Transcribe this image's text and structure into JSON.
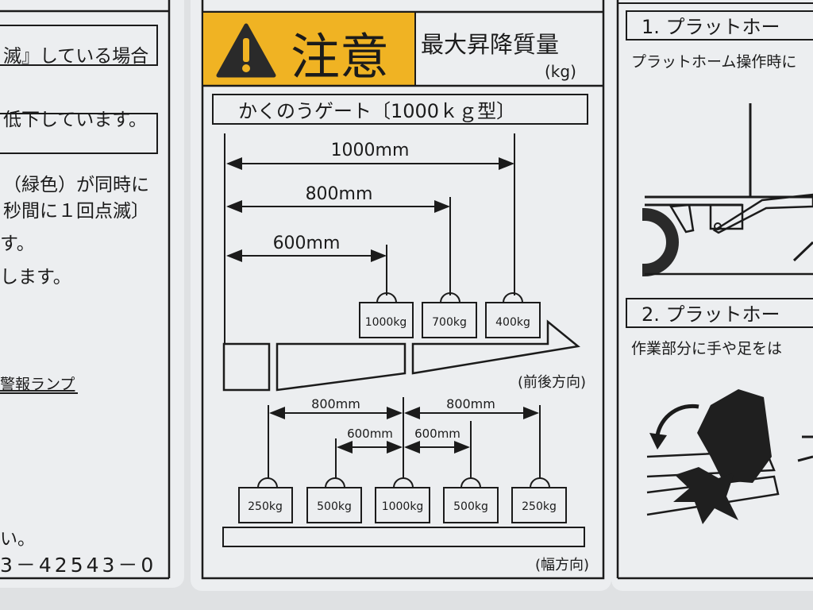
{
  "left_panel": {
    "lines": [
      "滅』している場合",
      "低下しています。",
      "（緑色）が同時に",
      "秒間に１回点滅〕",
      "す。",
      "します。",
      "警報ランプ",
      "い。",
      "3－42543－0"
    ]
  },
  "center_panel": {
    "warning_label": "注意",
    "max_mass_label": "最大昇降質量",
    "unit_label": "(kg)",
    "model_title": "かくのうゲート〔1000ｋｇ型〕",
    "front_back": {
      "distances": [
        "1000mm",
        "800mm",
        "600mm"
      ],
      "weights": [
        "1000kg",
        "700kg",
        "400kg"
      ],
      "direction_label": "(前後方向)"
    },
    "width": {
      "distances_outer": [
        "800mm",
        "800mm"
      ],
      "distances_inner": [
        "600mm",
        "600mm"
      ],
      "weights": [
        "250kg",
        "500kg",
        "1000kg",
        "500kg",
        "250kg"
      ],
      "direction_label": "(幅方向)"
    },
    "colors": {
      "warning_yellow": "#f0b323",
      "ink": "#1b1b1b",
      "label_bg": "#eceef0"
    }
  },
  "right_panel": {
    "section1_title": "1. プラットホー",
    "section1_text": "プラットホーム操作時に",
    "section2_title": "2. プラットホー",
    "section2_text": "作業部分に手や足をは"
  }
}
